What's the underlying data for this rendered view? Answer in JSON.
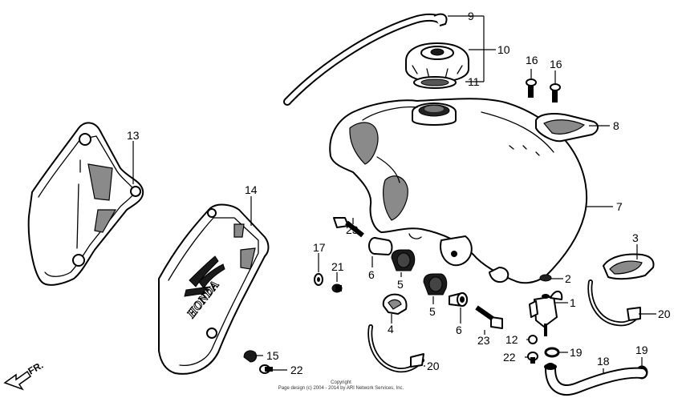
{
  "callouts": {
    "c1": "1",
    "c2": "2",
    "c3": "3",
    "c4": "4",
    "c5a": "5",
    "c5b": "5",
    "c6a": "6",
    "c6b": "6",
    "c7": "7",
    "c8": "8",
    "c9": "9",
    "c10": "10",
    "c11": "11",
    "c12": "12",
    "c13": "13",
    "c14": "14",
    "c15": "15",
    "c16a": "16",
    "c16b": "16",
    "c17": "17",
    "c18": "18",
    "c19a": "19",
    "c19b": "19",
    "c20a": "20",
    "c20b": "20",
    "c21": "21",
    "c22a": "22",
    "c22b": "22",
    "c23a": "23",
    "c23b": "23"
  },
  "shroud_logo": "HONDA",
  "direction_label": "FR.",
  "copyright": {
    "line1": "Copyright",
    "line2": "Page design (c) 2004 - 2014 by ARI Network Services, Inc."
  }
}
